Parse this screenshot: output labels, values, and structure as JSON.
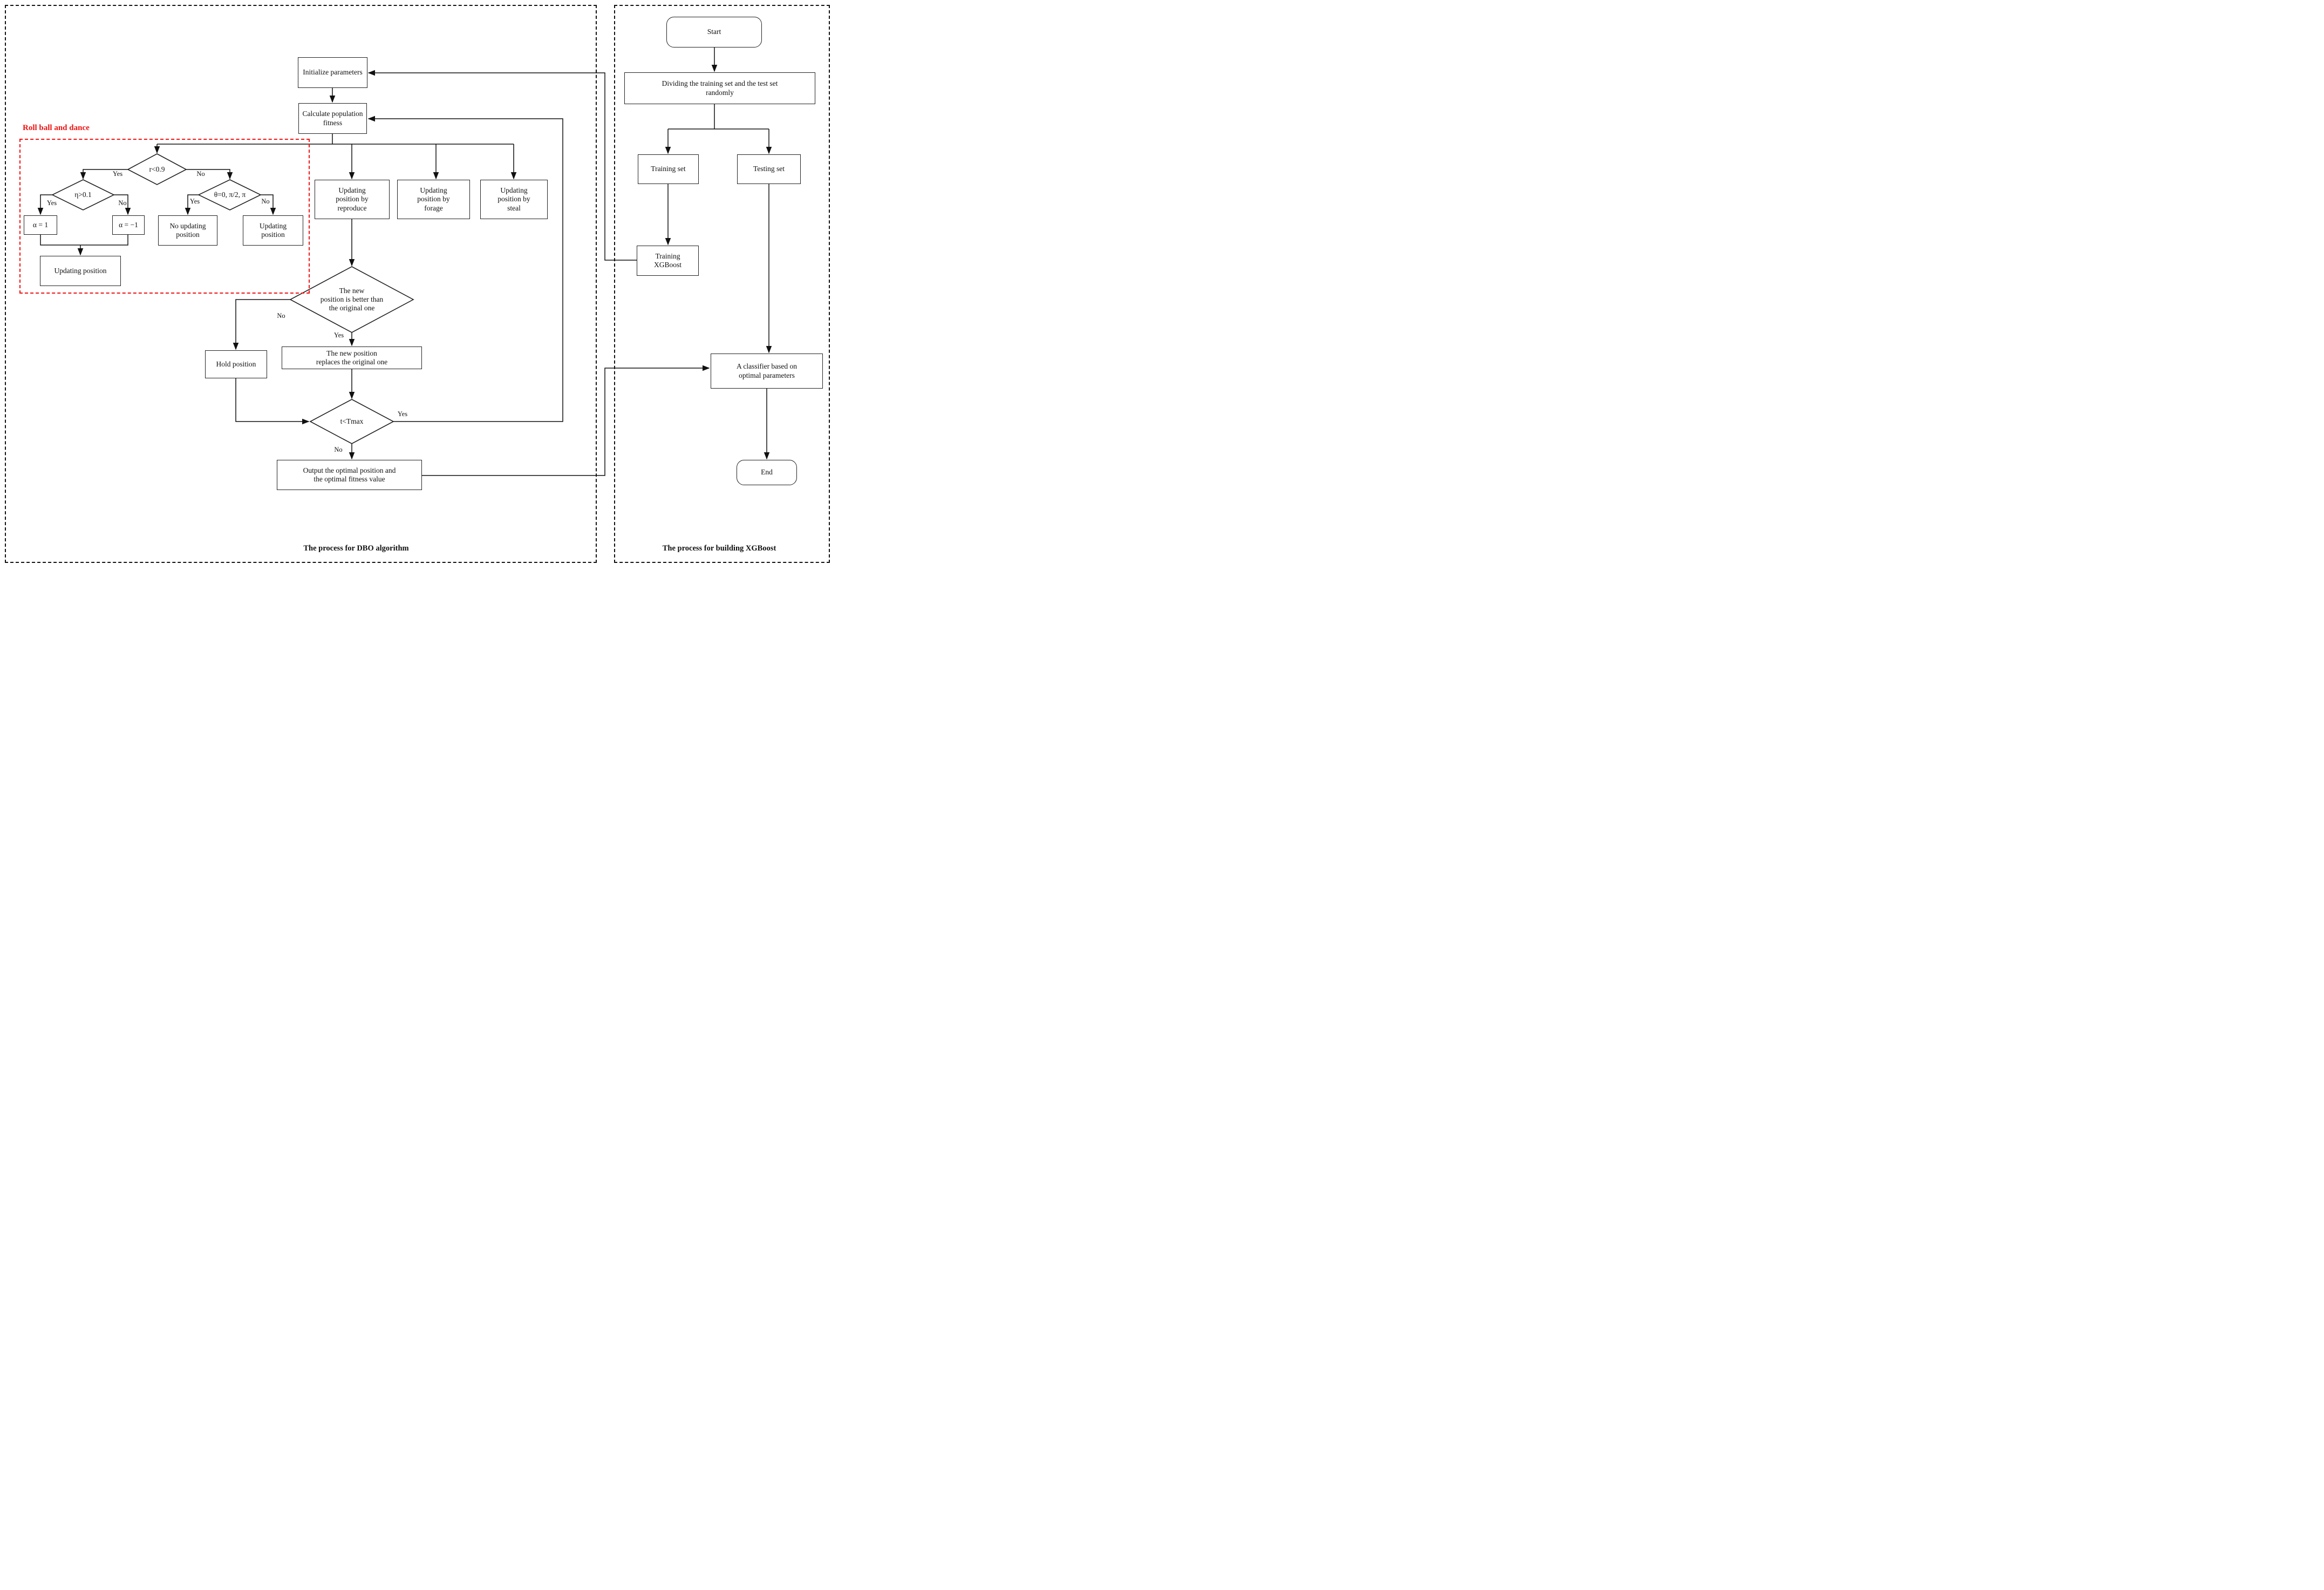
{
  "panels": {
    "dbo": {
      "caption": "The process for DBO algorithm"
    },
    "xgboost": {
      "caption": "The process for building XGBoost"
    }
  },
  "red_group": {
    "label": "Roll ball and dance",
    "color": "#ef1212"
  },
  "nodes": {
    "init": {
      "label": "Initialize parameters"
    },
    "calc": {
      "label": "Calculate population\nfitness"
    },
    "d_r": {
      "label": "r<0.9"
    },
    "d_eta": {
      "label": "η>0.1"
    },
    "d_theta": {
      "label": "θ=0, π/2, π"
    },
    "alpha1": {
      "label": "α = 1"
    },
    "alpha2": {
      "label": "α = −1"
    },
    "no_updating": {
      "label": "No updating\nposition"
    },
    "updating": {
      "label": "Updating\nposition"
    },
    "updating2": {
      "label": "Updating position"
    },
    "reproduce": {
      "label": "Updating\nposition by\nreproduce"
    },
    "forage": {
      "label": "Updating\nposition by\nforage"
    },
    "steal": {
      "label": "Updating\nposition by\nsteal"
    },
    "d_new": {
      "label": "The new\nposition is better than\nthe original one"
    },
    "hold": {
      "label": "Hold position"
    },
    "replace": {
      "label": "The new position\nreplaces the original one"
    },
    "d_tmax": {
      "label": "t<Tmax"
    },
    "output": {
      "label": "Output the optimal position and\nthe optimal fitness value"
    },
    "start": {
      "label": "Start"
    },
    "divide": {
      "label": "Dividing the training set and the test set\nrandomly"
    },
    "trainset": {
      "label": "Training set"
    },
    "testset": {
      "label": "Testing set"
    },
    "trainxgb": {
      "label": "Training\nXGBoost"
    },
    "classifier": {
      "label": "A classifier based on\noptimal parameters"
    },
    "end": {
      "label": "End"
    }
  },
  "edge_labels": [
    {
      "text": "Yes"
    },
    {
      "text": "No"
    },
    {
      "text": "Yes"
    },
    {
      "text": "No"
    },
    {
      "text": "Yes"
    },
    {
      "text": "No"
    },
    {
      "text": "No"
    },
    {
      "text": "Yes"
    },
    {
      "text": "Yes"
    },
    {
      "text": "No"
    }
  ]
}
